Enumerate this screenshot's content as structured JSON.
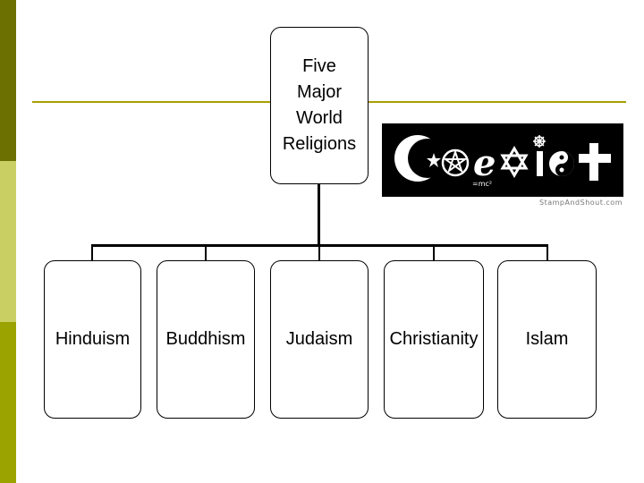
{
  "root": {
    "label": "Five\nMajor\nWorld\nReligions"
  },
  "children": [
    "Hinduism",
    "Buddhism",
    "Judaism",
    "Christianity",
    "Islam"
  ],
  "logo": {
    "subtext": "=mc²",
    "credit": "StampAndShout.com",
    "icons": [
      "crescent-star-icon",
      "pentagram-icon",
      "einstein-e-icon",
      "star-of-david-icon",
      "yin-yang-icon",
      "dharma-wheel-icon",
      "cross-icon"
    ]
  },
  "colors": {
    "sidebar_dark": "#6b7000",
    "sidebar_light": "#c9cf63",
    "sidebar_mid": "#9aa300",
    "rule": "#a8a000",
    "logo_bg": "#000000"
  }
}
